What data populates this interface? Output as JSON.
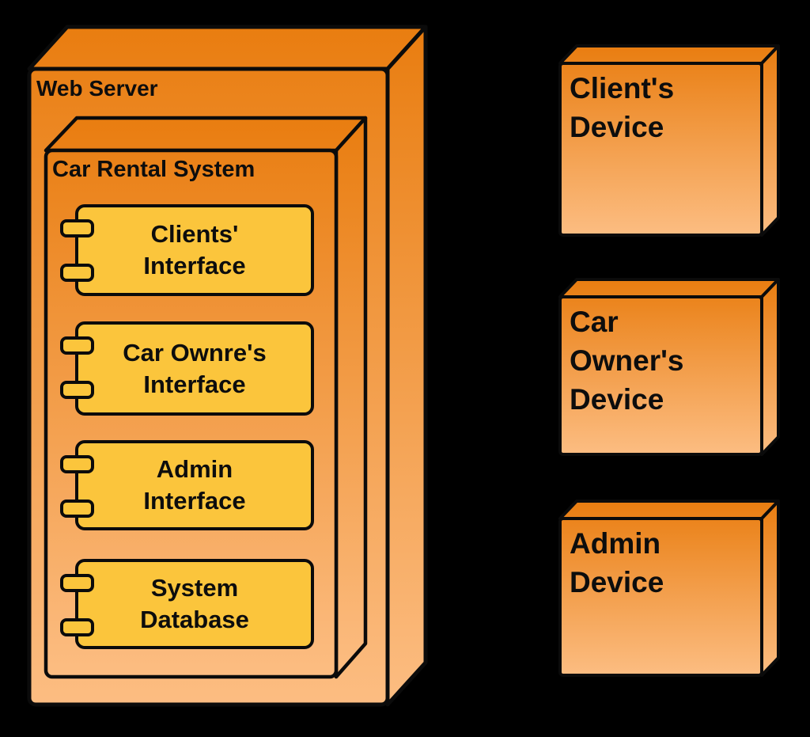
{
  "diagram_type": "uml-deployment-diagram",
  "background_color": "#000000",
  "colors": {
    "node_gradient_top": "#E97D10",
    "node_gradient_bottom": "#FCBD82",
    "component_fill": "#FBC53C",
    "outline": "#0B0B0B",
    "text": "#0D0D0D"
  },
  "web_server": {
    "label": "Web Server"
  },
  "car_rental_system": {
    "label": "Car Rental System",
    "components": [
      {
        "id": "clients-interface",
        "lines": [
          "Clients'",
          "Interface"
        ]
      },
      {
        "id": "car-owners-interface",
        "lines": [
          "Car Ownre's",
          "Interface"
        ]
      },
      {
        "id": "admin-interface",
        "lines": [
          "Admin",
          "Interface"
        ]
      },
      {
        "id": "system-database",
        "lines": [
          "System",
          "Database"
        ]
      }
    ]
  },
  "devices": [
    {
      "id": "clients-device",
      "lines": [
        "Client's",
        "Device"
      ]
    },
    {
      "id": "car-owners-device",
      "lines": [
        "Car",
        "Owner's",
        "Device"
      ]
    },
    {
      "id": "admin-device",
      "lines": [
        "Admin",
        "Device"
      ]
    }
  ]
}
